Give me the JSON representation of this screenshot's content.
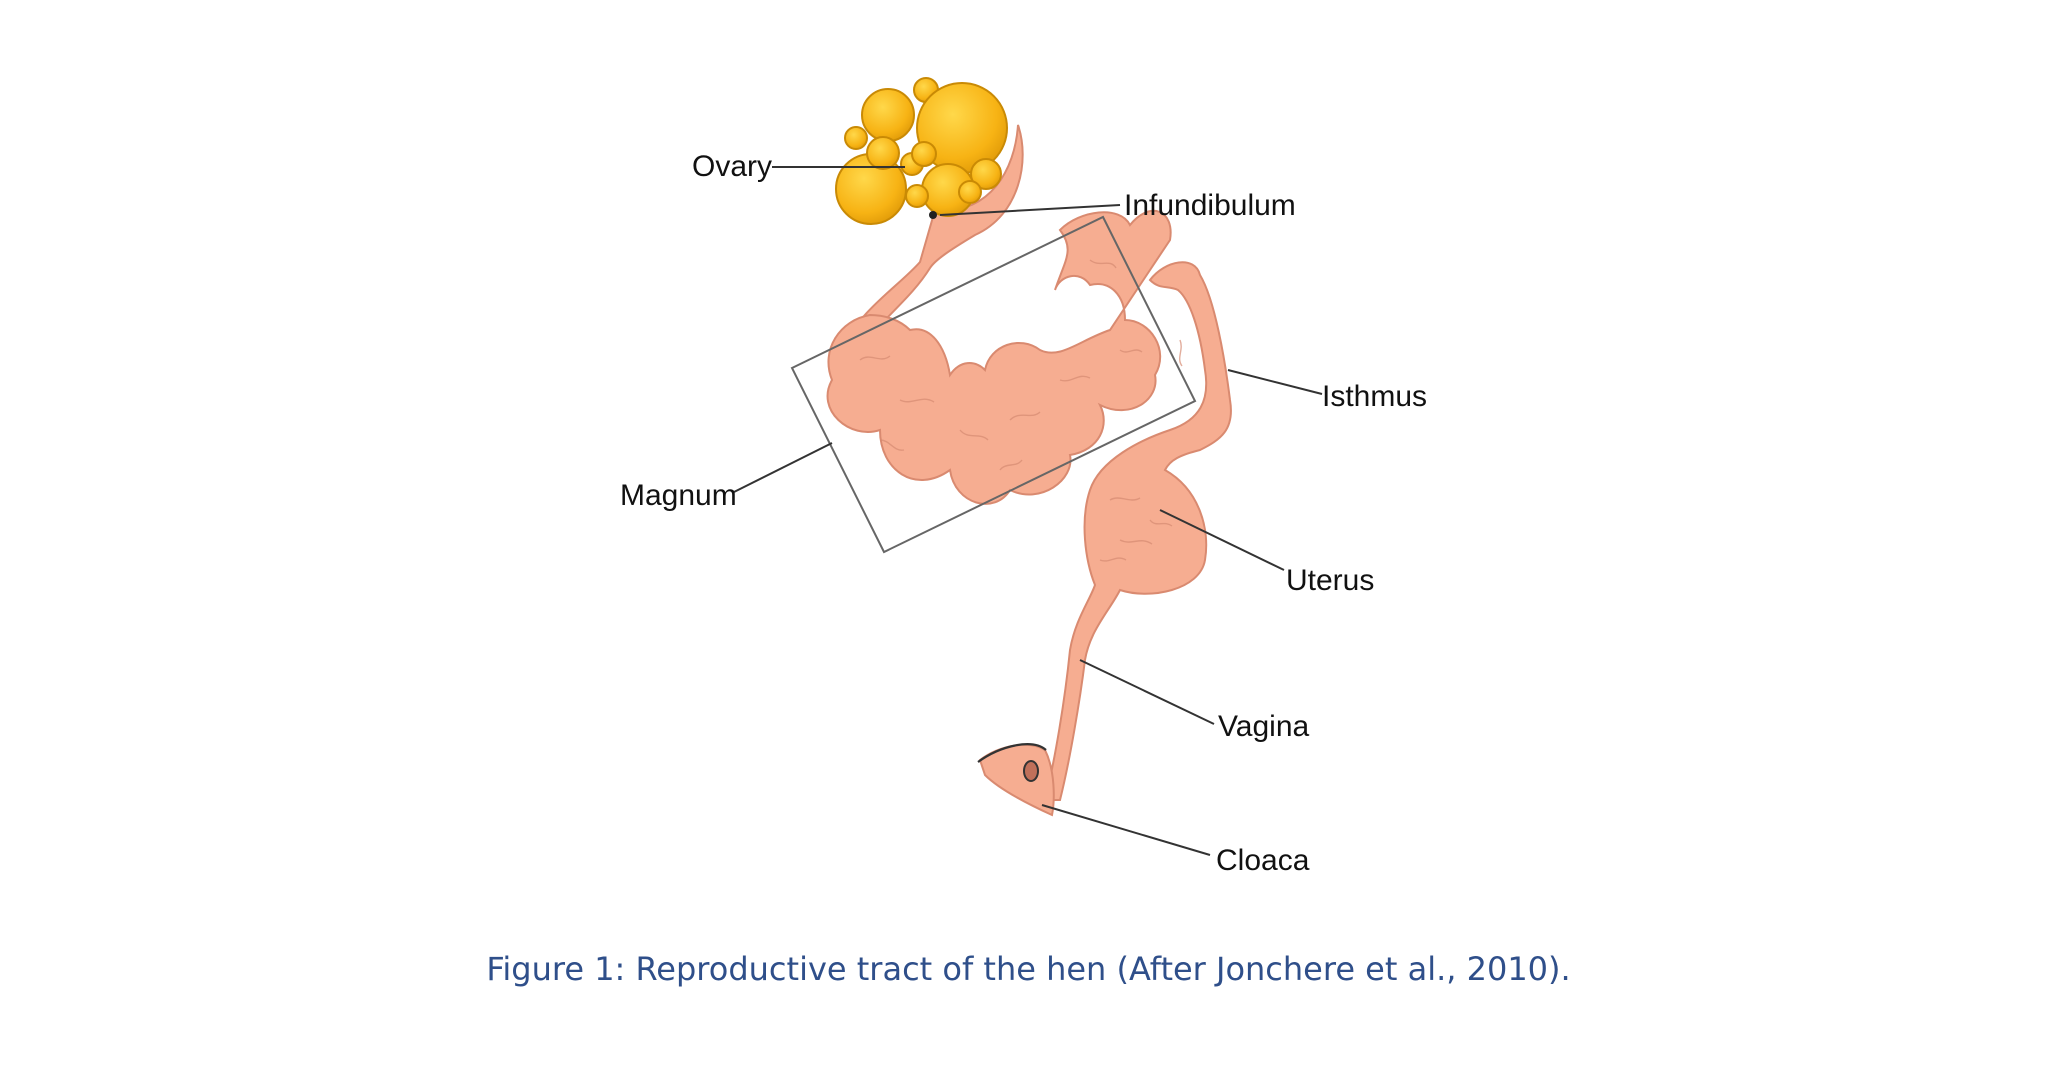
{
  "diagram": {
    "labels": {
      "ovary": "Ovary",
      "infundibulum": "Infundibulum",
      "isthmus": "Isthmus",
      "magnum": "Magnum",
      "uterus": "Uterus",
      "vagina": "Vagina",
      "cloaca": "Cloaca"
    },
    "colors": {
      "follicle": "#f7b314",
      "tissue": "#f6ad91",
      "caption": "#2f4f8a"
    }
  },
  "caption": "Figure 1: Reproductive tract of the hen (After Jonchere et al., 2010)."
}
